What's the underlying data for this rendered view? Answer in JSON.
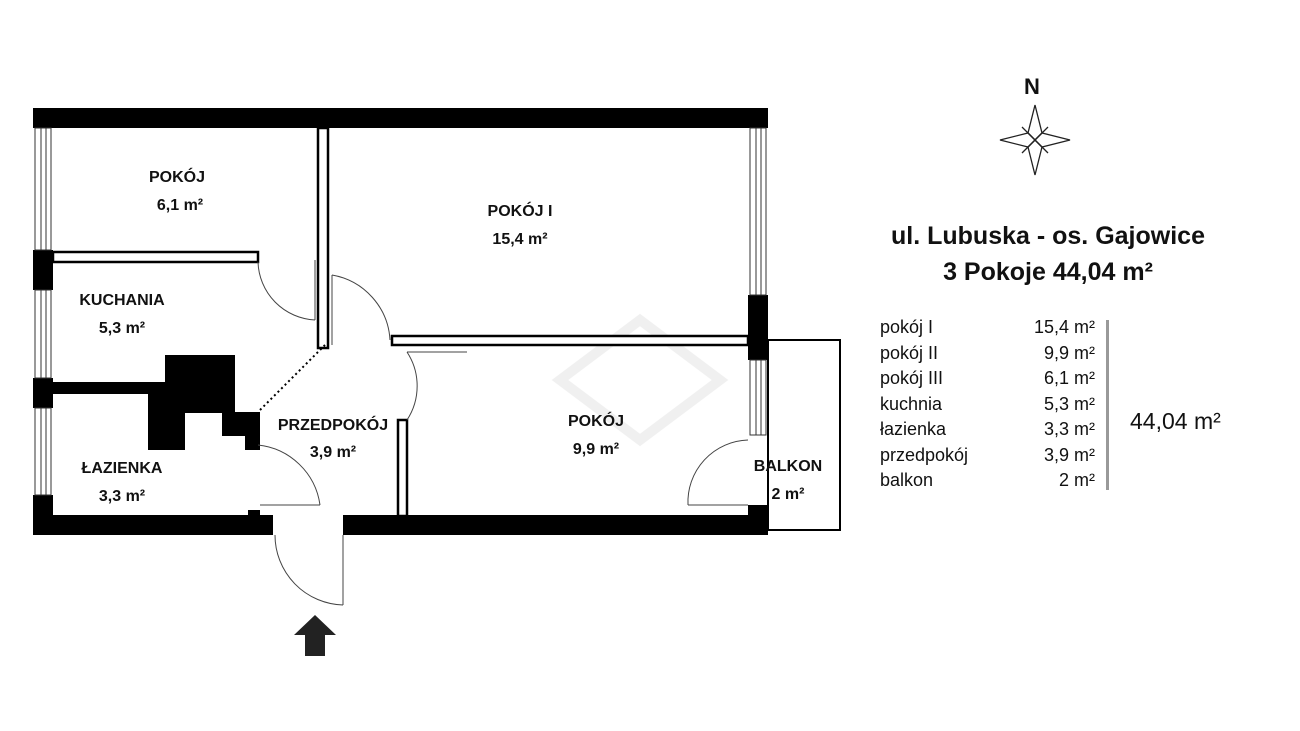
{
  "compass": {
    "north_label": "N",
    "icon": "compass-rose-icon"
  },
  "title": {
    "line1": "ul. Lubuska - os. Gajowice",
    "line2": "3 Pokoje 44,04 m²"
  },
  "rooms": [
    {
      "name": "POKÓJ",
      "area": "6,1 m²"
    },
    {
      "name": "POKÓJ I",
      "area": "15,4 m²"
    },
    {
      "name": "KUCHANIA",
      "area": "5,3 m²"
    },
    {
      "name": "PRZEDPOKÓJ",
      "area": "3,9 m²"
    },
    {
      "name": "POKÓJ",
      "area": "9,9 m²"
    },
    {
      "name": "ŁAZIENKA",
      "area": "3,3 m²"
    },
    {
      "name": "BALKON",
      "area": "2 m²"
    }
  ],
  "area_list": [
    {
      "label": "pokój I",
      "value": "15,4 m²"
    },
    {
      "label": "pokój II",
      "value": "9,9 m²"
    },
    {
      "label": "pokój III",
      "value": "6,1 m²"
    },
    {
      "label": "kuchnia",
      "value": "5,3 m²"
    },
    {
      "label": "łazienka",
      "value": "3,3 m²"
    },
    {
      "label": "przedpokój",
      "value": "3,9 m²"
    },
    {
      "label": "balkon",
      "value": "2 m²"
    }
  ],
  "total_area": "44,04 m²",
  "entrance_icon": "entrance-arrow-icon"
}
